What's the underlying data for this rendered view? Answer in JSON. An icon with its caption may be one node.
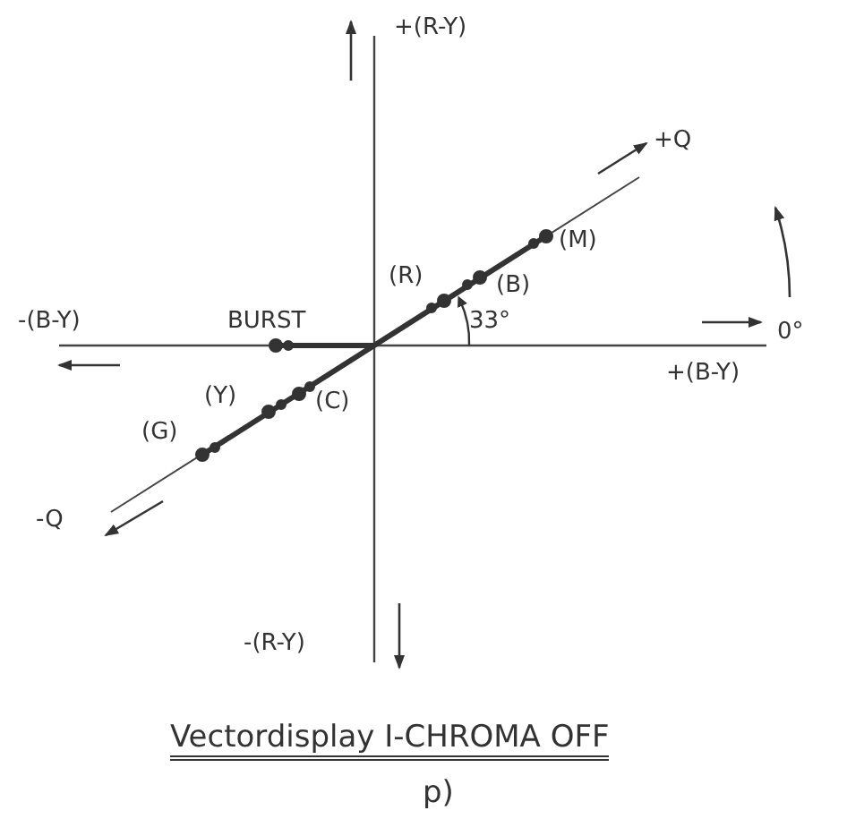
{
  "diagram": {
    "caption": "Vectordisplay I-CHROMA OFF",
    "labels": [
      "+(R-Y)",
      "+Q",
      "(M)",
      "(R)",
      "(B)",
      "-(B-Y)",
      "BURST",
      "33°",
      "0°",
      "+(B-Y)",
      "(Y)",
      "(C)",
      "(G)",
      "-Q",
      "-(R-Y)",
      "p)"
    ]
  }
}
